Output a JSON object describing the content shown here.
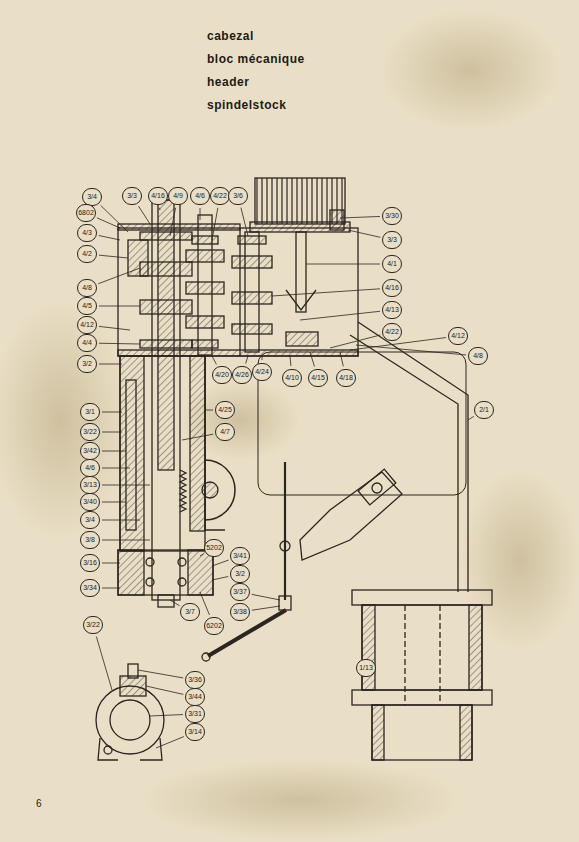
{
  "diagram": {
    "title": "cabezal",
    "labels": [
      "bloc mécanique",
      "header",
      "spindelstock",
      "3/4",
      "3/3",
      "4/16",
      "4/9",
      "4/6",
      "4/22",
      "3/6",
      "3/30",
      "3/3",
      "4/1",
      "4/16",
      "4/13",
      "4/22",
      "4/12",
      "4/8",
      "6802",
      "4/3",
      "4/2",
      "4/8",
      "4/5",
      "4/12",
      "4/4",
      "3/2",
      "3/1",
      "3/22",
      "3/42",
      "4/6",
      "3/13",
      "3/40",
      "3/4",
      "3/8",
      "3/16",
      "3/34",
      "4/20",
      "4/26",
      "4/24",
      "4/10",
      "4/15",
      "4/18",
      "4/25",
      "4/7",
      "5202",
      "3/41",
      "3/2",
      "3/37",
      "3/38",
      "3/7",
      "6202",
      "2/1",
      "1/13",
      "3/22",
      "3/36",
      "3/44",
      "3/31",
      "3/14",
      "6"
    ]
  }
}
